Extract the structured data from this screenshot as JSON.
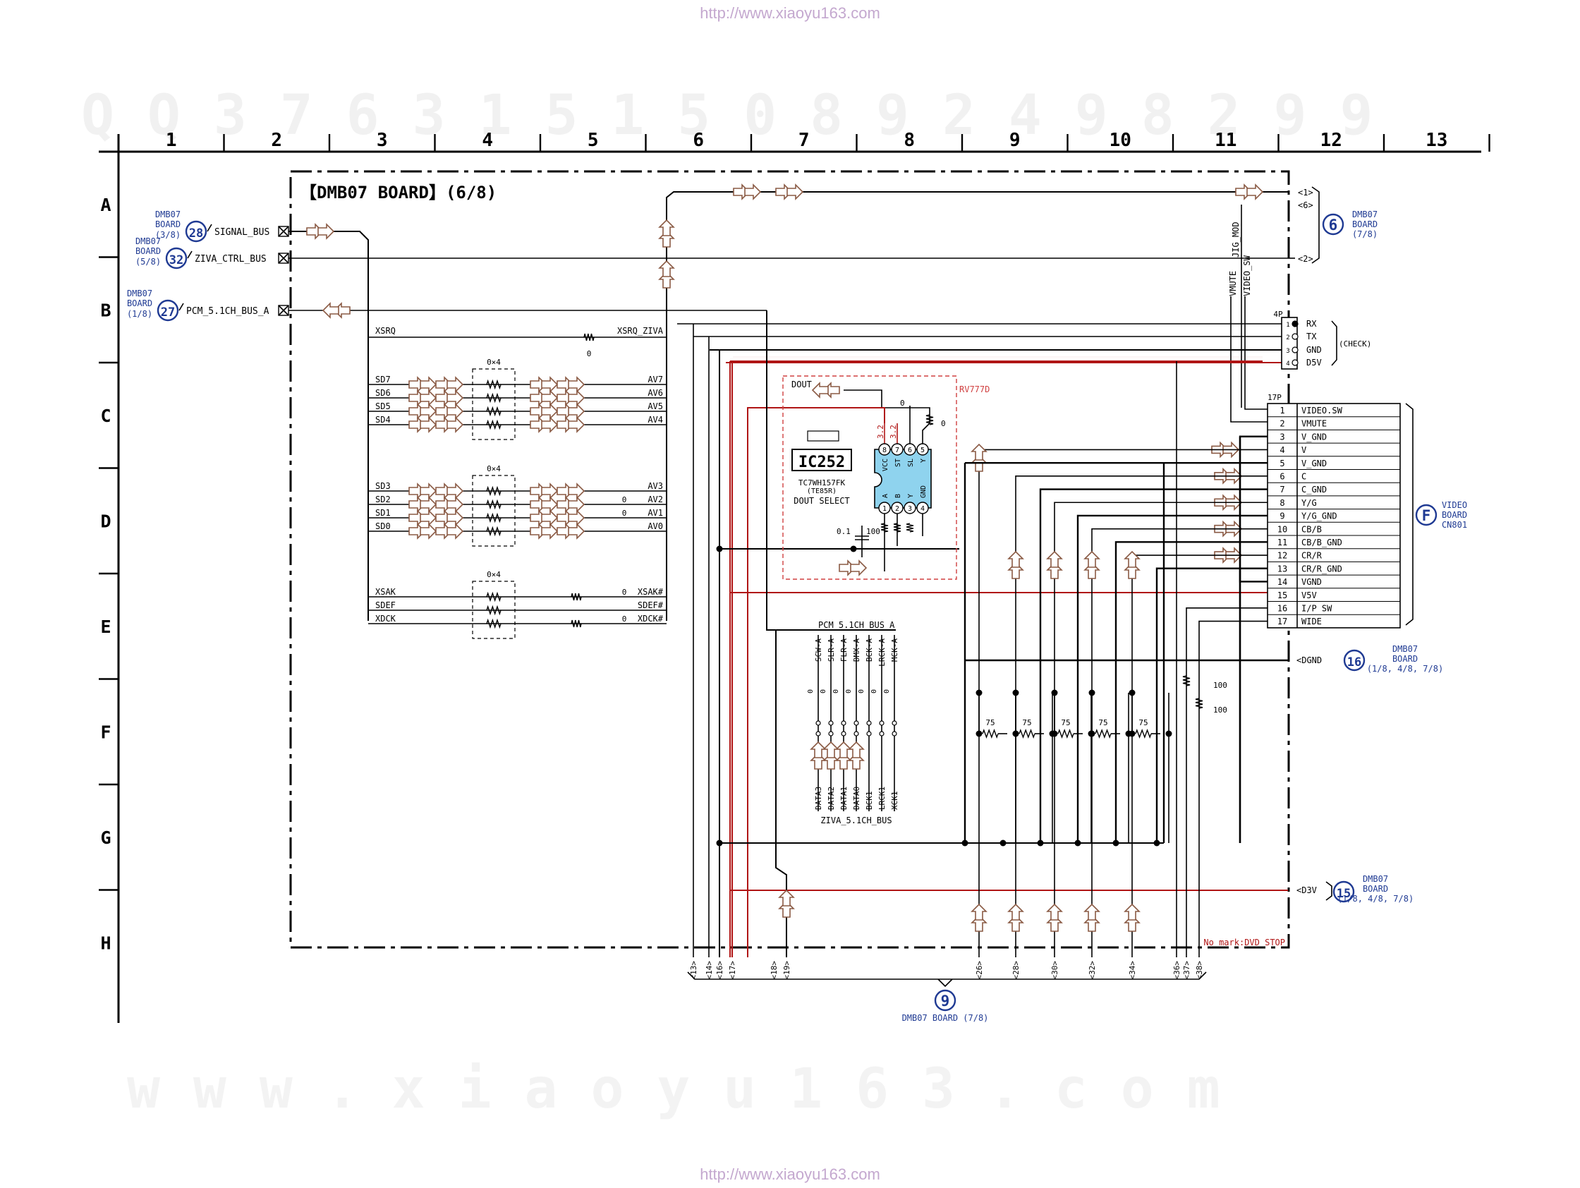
{
  "header_url": "http://www.xiaoyu163.com",
  "footer_url": "http://www.xiaoyu163.com",
  "background_digits": "Q Q 3 7 6 3 1 5 1 5 0        8 9 2 4 9 8 2 9 9",
  "background_www": "w w w . x i a o y u 1 6 3 . c o m",
  "board_title": "【DMB07 BOARD】(6/8)",
  "grid_columns": [
    "1",
    "2",
    "3",
    "4",
    "5",
    "6",
    "7",
    "8",
    "9",
    "10",
    "11",
    "12",
    "13"
  ],
  "grid_rows": [
    "A",
    "B",
    "C",
    "D",
    "E",
    "F",
    "G",
    "H"
  ],
  "colors": {
    "line": "#000000",
    "bus_arrow": "#8a5a44",
    "power": "#b01515",
    "connector": "#1f3a93",
    "chip": "#8fd3ee",
    "dashed_box": "#d04040"
  },
  "left_connectors": [
    {
      "number": "28",
      "board": "DMB07",
      "board2": "BOARD",
      "page": "(3/8)",
      "signal": "SIGNAL_BUS"
    },
    {
      "number": "32",
      "board": "DMB07",
      "board2": "BOARD",
      "page": "(5/8)",
      "signal": "ZIVA_CTRL_BUS"
    },
    {
      "number": "27",
      "board": "DMB07",
      "board2": "BOARD",
      "page": "(1/8)",
      "signal": "PCM_5.1CH_BUS_A"
    }
  ],
  "right_connectors": [
    {
      "number": "6",
      "board": "DMB07",
      "board2": "BOARD",
      "page": "(7/8)",
      "pins": [
        "1",
        "6",
        "2"
      ]
    },
    {
      "number": "16",
      "label": "DGND",
      "board": "DMB07",
      "board2": "BOARD",
      "page": "(1/8, 4/8, 7/8)"
    },
    {
      "number": "15",
      "label": "D3V",
      "board": "DMB07",
      "board2": "BOARD",
      "page": "(1/8, 4/8, 7/8)"
    }
  ],
  "bottom_connector": {
    "number": "9",
    "label": "DMB07 BOARD (7/8)",
    "pins": [
      "13",
      "14",
      "16",
      "17",
      "18",
      "19",
      "26",
      "28",
      "30",
      "32",
      "34",
      "36",
      "37",
      "38"
    ]
  },
  "vertical_labels": [
    "JIG_MOD",
    "VMUTE",
    "VIDEO_SW"
  ],
  "check_header": {
    "name": "4P",
    "pins": [
      "RX",
      "TX",
      "GND",
      "D5V"
    ],
    "numbers": [
      "1",
      "2",
      "3",
      "4"
    ],
    "label": "(CHECK)"
  },
  "xsrq": {
    "left": "XSRQ",
    "right": "XSRQ_ZIVA",
    "value": "0"
  },
  "rv_label": "RV777D",
  "dout_label": "DOUT",
  "cap_label": "0.1",
  "res_label": "100",
  "r_top_value": "0",
  "voltages": [
    "3.2",
    "3.2"
  ],
  "ic": {
    "name": "IC252",
    "part": "TC7WH157FK",
    "part2": "(TE85R)",
    "function": "DOUT SELECT",
    "top_pins": [
      {
        "n": "8",
        "s": "VCC"
      },
      {
        "n": "7",
        "s": "ST"
      },
      {
        "n": "6",
        "s": "SL"
      },
      {
        "n": "5",
        "s": "Y"
      }
    ],
    "bottom_pins": [
      {
        "n": "1",
        "s": "A"
      },
      {
        "n": "2",
        "s": "B"
      },
      {
        "n": "3",
        "s": "Y"
      },
      {
        "n": "4",
        "s": "GND"
      }
    ]
  },
  "rnet_label": "0×4",
  "sd_group1": {
    "left": [
      "SD7",
      "SD6",
      "SD5",
      "SD4"
    ],
    "right": [
      "AV7",
      "AV6",
      "AV5",
      "AV4"
    ]
  },
  "sd_group2": {
    "left": [
      "SD3",
      "SD2",
      "SD1",
      "SD0"
    ],
    "right": [
      "AV3",
      "AV2",
      "AV1",
      "AV0"
    ],
    "values": [
      "",
      "0",
      "0",
      ""
    ]
  },
  "sd_group3": {
    "left": [
      "XSAK",
      "SDEF",
      "XDCK"
    ],
    "right": [
      "XSAK#",
      "SDEF#",
      "XDCK#"
    ],
    "values": [
      "0",
      "",
      "0"
    ]
  },
  "pcm_bus": {
    "top_label": "PCM_5.1CH_BUS_A",
    "top_signals": [
      "SCW-A",
      "SLR-A",
      "FLR-A",
      "DMX-A",
      "BCK-A",
      "LRCK-A",
      "MCK-A"
    ],
    "bottom_signals": [
      "DATA3",
      "DATA2",
      "DATA1",
      "DATA0",
      "BCK1",
      "LRCK1",
      "XCK1"
    ],
    "bottom_label": "ZIVA_5.1CH_BUS",
    "value": "0"
  },
  "cn801": {
    "header": "17P",
    "pins": [
      {
        "n": "1",
        "s": "VIDEO.SW"
      },
      {
        "n": "2",
        "s": "VMUTE"
      },
      {
        "n": "3",
        "s": "V_GND"
      },
      {
        "n": "4",
        "s": "V"
      },
      {
        "n": "5",
        "s": "V_GND"
      },
      {
        "n": "6",
        "s": "C"
      },
      {
        "n": "7",
        "s": "C_GND"
      },
      {
        "n": "8",
        "s": "Y/G"
      },
      {
        "n": "9",
        "s": "Y/G_GND"
      },
      {
        "n": "10",
        "s": "CB/B"
      },
      {
        "n": "11",
        "s": "CB/B_GND"
      },
      {
        "n": "12",
        "s": "CR/R"
      },
      {
        "n": "13",
        "s": "CR/R_GND"
      },
      {
        "n": "14",
        "s": "VGND"
      },
      {
        "n": "15",
        "s": "V5V"
      },
      {
        "n": "16",
        "s": "I/P SW"
      },
      {
        "n": "17",
        "s": "WIDE"
      }
    ],
    "connector": "F",
    "board": "VIDEO",
    "board2": "BOARD",
    "ref": "CN801"
  },
  "term_res": [
    "75",
    "75",
    "75",
    "75",
    "75"
  ],
  "wide_res": [
    "100",
    "100"
  ],
  "note": "No mark:DVD STOP"
}
